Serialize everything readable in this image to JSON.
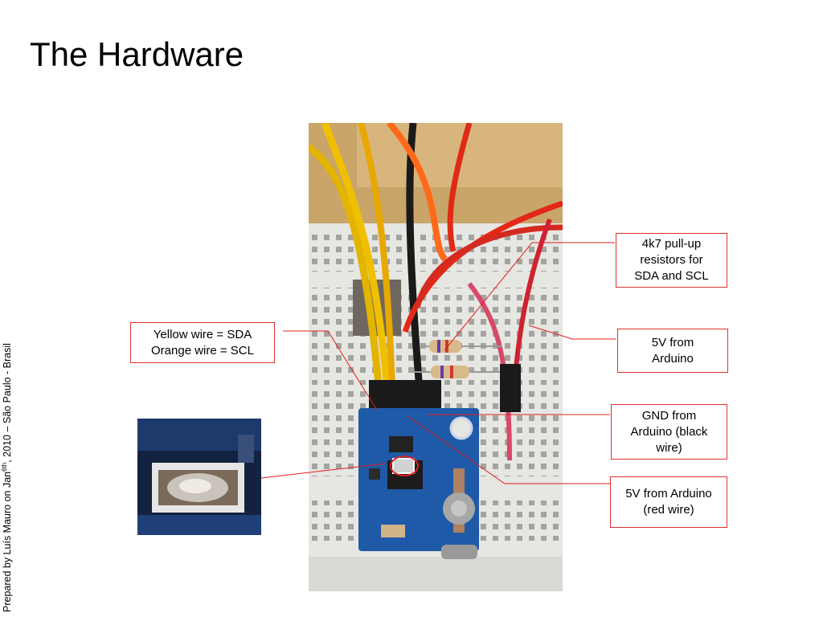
{
  "slide": {
    "title": "The Hardware",
    "side_credit": {
      "before_sup": "Prepared by Luís Mauro on Jan",
      "sup": "6th",
      "after_sup": ", 2010 – São Paulo - Brasil"
    }
  },
  "callouts": {
    "sda_scl": {
      "line1": "Yellow wire = SDA",
      "line2": "Orange wire = SCL"
    },
    "pullup": {
      "line1": "4k7 pull-up",
      "line2": "resistors for",
      "line3": "SDA and SCL"
    },
    "five_v": {
      "line1": "5V from",
      "line2": "Arduino"
    },
    "gnd": {
      "line1": "GND from",
      "line2": "Arduino (black",
      "line3": "wire)"
    },
    "five_v_red": {
      "line1": "5V from Arduino",
      "line2": "(red wire)"
    }
  },
  "colors": {
    "callout_border": "#e03030",
    "leader_line": "#e02020",
    "breadboard": "#e6e6e2",
    "pcb": "#1e5aa8",
    "wood": "#c9a56a"
  },
  "icons": {
    "photo": "breadboard-sensor-photo",
    "inset": "solder-jumper-closeup"
  }
}
